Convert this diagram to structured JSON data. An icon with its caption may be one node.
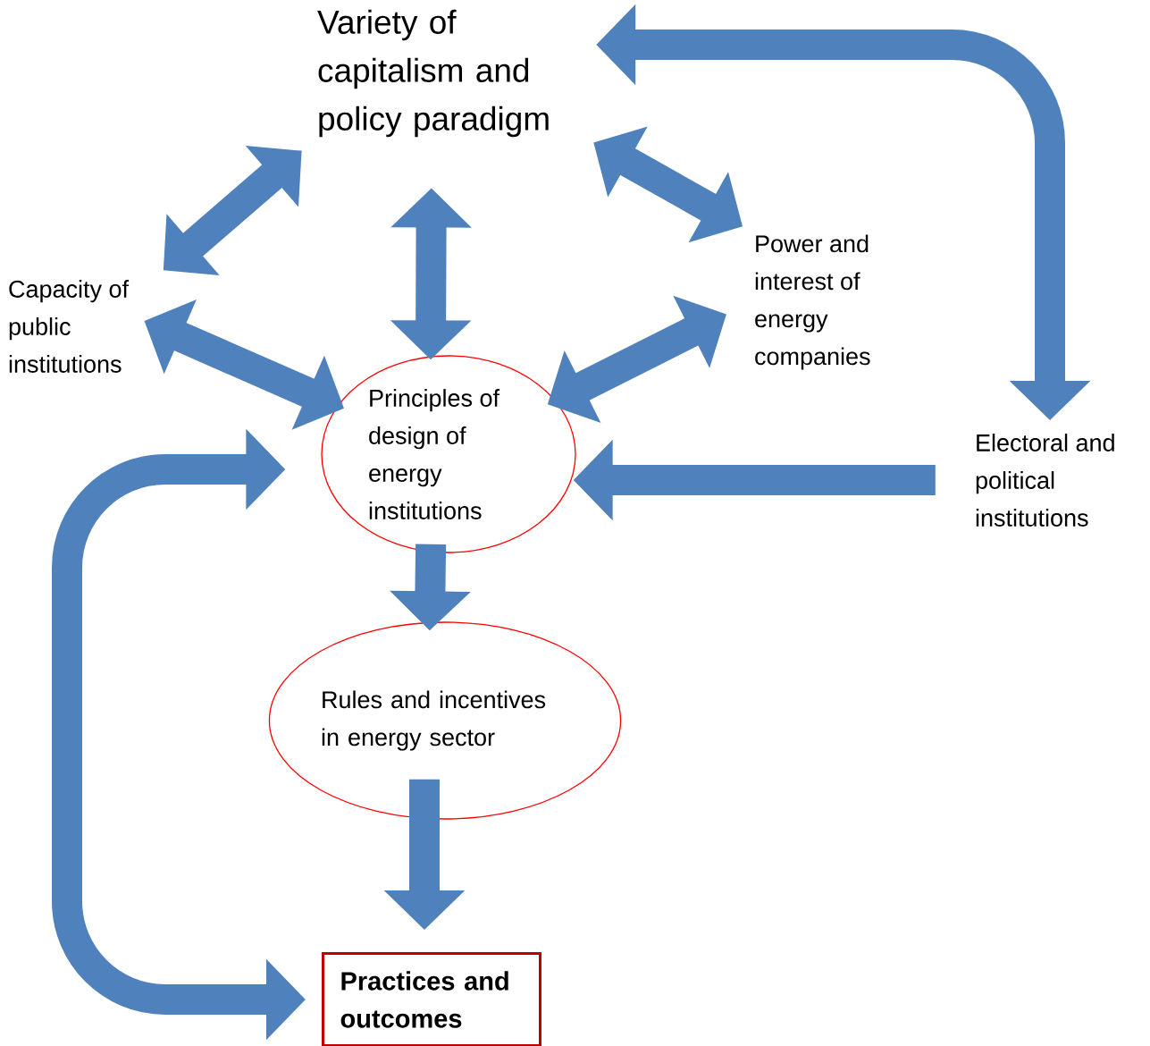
{
  "diagram": {
    "nodes": [
      {
        "text": [
          "Variety of capitalism and policy paradigm"
        ]
      },
      {
        "text": [
          "Capacity of public institutions"
        ]
      },
      {
        "text": [
          "Power and interest of energy companies"
        ]
      },
      {
        "text": [
          "Principles of design of energy institutions"
        ]
      },
      {
        "text": [
          "Electoral and political institutions"
        ]
      },
      {
        "text": [
          "Rules and incentives in energy sector"
        ]
      },
      {
        "text": [
          "Practices and outcomes"
        ]
      }
    ],
    "edges": [
      {
        "from": 0,
        "to": 1,
        "arrow": "both"
      },
      {
        "from": 0,
        "to": 3,
        "arrow": "both"
      },
      {
        "from": 0,
        "to": 2,
        "arrow": "both"
      },
      {
        "from": 1,
        "to": 3,
        "arrow": "both"
      },
      {
        "from": 2,
        "to": 3,
        "arrow": "both"
      },
      {
        "from": 0,
        "to": 4,
        "arrow": "both"
      },
      {
        "from": 4,
        "to": 3,
        "arrow": "to"
      },
      {
        "from": 3,
        "to": 5,
        "arrow": "to"
      },
      {
        "from": 5,
        "to": 6,
        "arrow": "to"
      },
      {
        "from": 6,
        "to": 3,
        "arrow": "both"
      }
    ]
  }
}
